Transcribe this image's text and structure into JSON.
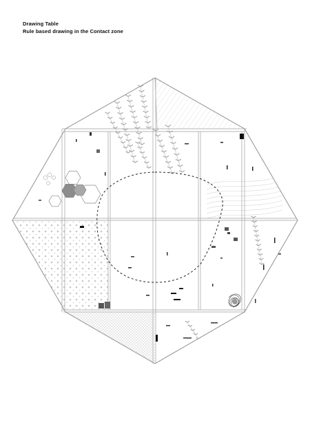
{
  "header": {
    "title": "Drawing Table",
    "subtitle": "Rule based drawing in the Contact zone"
  },
  "colors": {
    "outline": "#9a9a9a",
    "panel_line": "#b4b4b4",
    "dashed_boundary": "#222222",
    "hatch": "#c6c6c6",
    "leaf_pattern": "#a9a9a9",
    "dot_pattern": "#c9c9c9",
    "hexagon_fill": "#8c8c8c",
    "mark_dark": "#111111",
    "mark_grey": "#555555"
  },
  "icons": [
    "leaf-chevron-pattern",
    "hexagon-cluster",
    "dot-pattern",
    "diagonal-hatch",
    "wave-lines",
    "scribble-mark"
  ]
}
